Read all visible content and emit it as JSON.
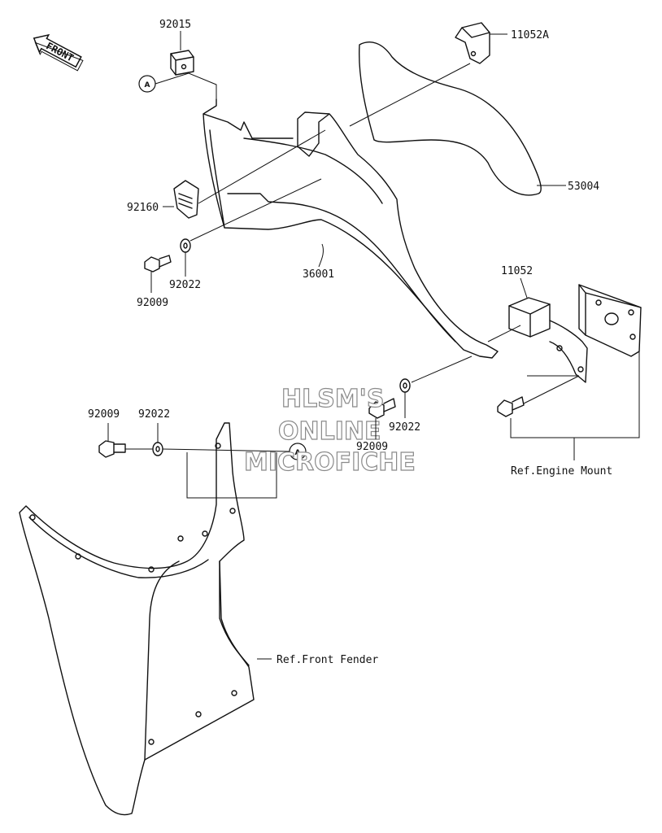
{
  "front_label": "FRONT",
  "callout_letter": "A",
  "watermark": {
    "line1": "HLSM'S",
    "line2": "ONLINE",
    "line3": "MICROFICHE"
  },
  "parts": {
    "p92015": "92015",
    "p11052A": "11052A",
    "p53004": "53004",
    "p92160": "92160",
    "p36001": "36001",
    "p92022_a": "92022",
    "p92009_a": "92009",
    "p11052": "11052",
    "p92022_b": "92022",
    "p92009_b": "92009",
    "p92009_c": "92009",
    "p92022_c": "92022"
  },
  "refs": {
    "engine_mount": "Ref.Engine Mount",
    "front_fender": "Ref.Front Fender"
  }
}
